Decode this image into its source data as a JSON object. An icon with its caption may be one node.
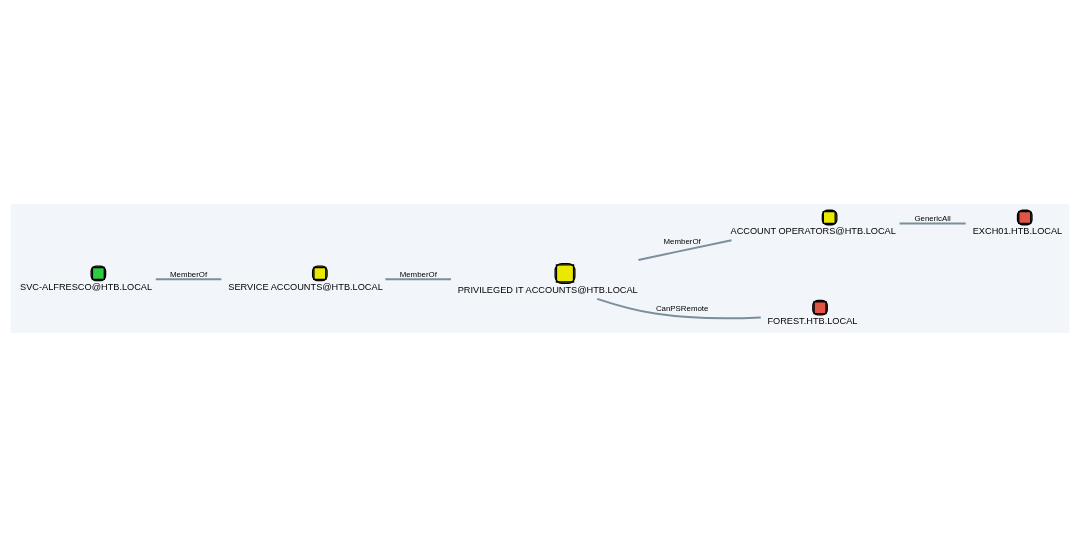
{
  "diagram": {
    "nodes": [
      {
        "text": [
          "SVC-ALFRESCO@HTB.LOCAL"
        ]
      },
      {
        "text": [
          "SERVICE ACCOUNTS@HTB.LOCAL"
        ]
      },
      {
        "text": [
          "PRIVILEGED IT ACCOUNTS@HTB.LOCAL"
        ]
      },
      {
        "text": [
          "ACCOUNT OPERATORS@HTB.LOCAL"
        ]
      },
      {
        "text": [
          "EXCH01.HTB.LOCAL"
        ]
      },
      {
        "text": [
          "FOREST.HTB.LOCAL"
        ]
      }
    ],
    "edges": [
      {
        "from": 0,
        "to": 1,
        "label": "MemberOf",
        "arrow": "none"
      },
      {
        "from": 1,
        "to": 2,
        "label": "MemberOf",
        "arrow": "none"
      },
      {
        "from": 2,
        "to": 3,
        "label": "MemberOf",
        "arrow": "none"
      },
      {
        "from": 3,
        "to": 4,
        "label": "GenericAll",
        "arrow": "none"
      },
      {
        "from": 2,
        "to": 5,
        "label": "CanPSRemote",
        "arrow": "none"
      }
    ]
  }
}
